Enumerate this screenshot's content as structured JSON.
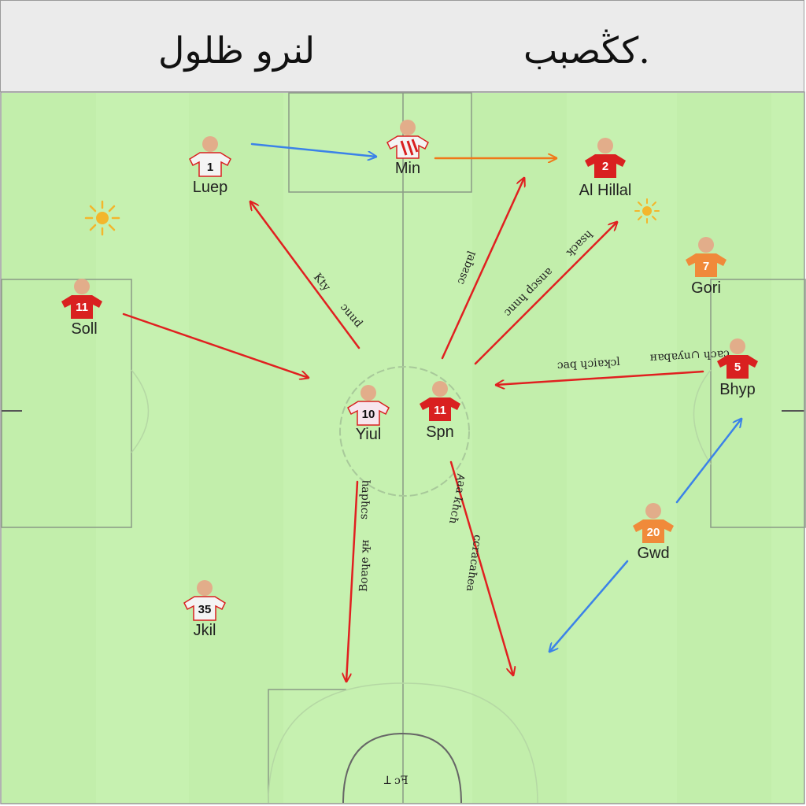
{
  "header": {
    "title_left": "لنرو ظلول",
    "title_right": "كڭصبب."
  },
  "colors": {
    "pitch": "#c6f1b0",
    "stripe": "#bdea a6",
    "lines": "#777777",
    "header_bg": "#ebebeb",
    "arrow_red": "#e02020",
    "arrow_blue": "#3b82e8",
    "arrow_orange": "#f07818",
    "shirt_red": "#d92020",
    "shirt_white": "#f4f4f4",
    "shirt_orange": "#f08a3a",
    "skin": "#e2ad8a"
  },
  "players": [
    {
      "name": "Luep",
      "number": "1",
      "kit": "white"
    },
    {
      "name": "Min",
      "number": "",
      "kit": "striped"
    },
    {
      "name": "Al Hillal",
      "number": "2",
      "kit": "red"
    },
    {
      "name": "Soll",
      "number": "11",
      "kit": "red"
    },
    {
      "name": "Gori",
      "number": "7",
      "kit": "orange"
    },
    {
      "name": "Yiul",
      "number": "10",
      "kit": "pink"
    },
    {
      "name": "Spn",
      "number": "11",
      "kit": "red"
    },
    {
      "name": "Bhyp",
      "number": "5",
      "kit": "red"
    },
    {
      "name": "Gwd",
      "number": "20",
      "kit": "orange"
    },
    {
      "name": "Jkil",
      "number": "35",
      "kit": "white"
    }
  ],
  "arrow_notes": [
    "Kty",
    "ɔuud",
    "ɔsƨqɐl",
    "ɔuuɥ dɔsuɐ",
    "ʞɔɐsɥ",
    "ɔaq ɥɔiɐʞɔl",
    "ʜɐqɐʎu∩ ɥɔɐɔ",
    "sɔɥdɐɥ",
    "Boɐɥe ʞʜ",
    "ɥɔɥʞ ɐɐ∀",
    "ɐǝɥɐɔɐɹɔɔ",
    "ꓕ ɔꟻ"
  ]
}
